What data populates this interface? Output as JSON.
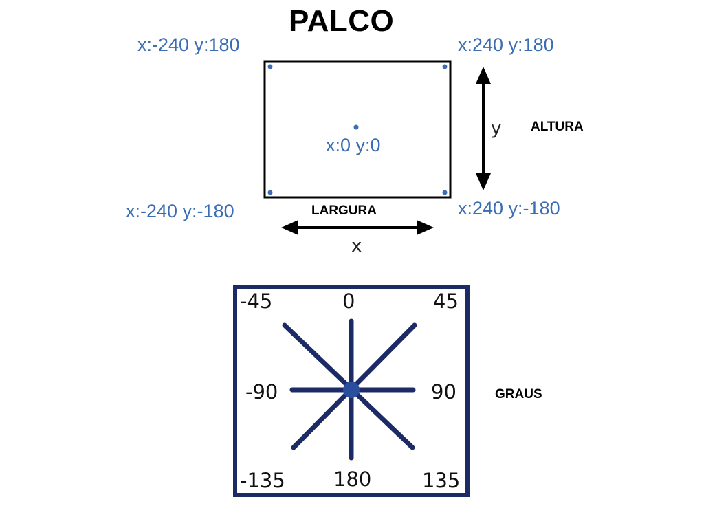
{
  "stage": {
    "title": "PALCO",
    "corners": {
      "top_left": "x:-240 y:180",
      "top_right": "x:240 y:180",
      "bottom_left": "x:-240 y:-180",
      "bottom_right": "x:240 y:-180"
    },
    "center": "x:0 y:0",
    "width_label": "LARGURA",
    "width_axis": "x",
    "height_label": "ALTURA",
    "height_axis": "y"
  },
  "directions": {
    "label": "GRAUS",
    "top_left": "-45",
    "top": "0",
    "top_right": "45",
    "left": "-90",
    "right": "90",
    "bottom_left": "-135",
    "bottom": "180",
    "bottom_right": "135"
  },
  "colors": {
    "coordinate_text": "#3a6db3",
    "stage_border": "#000000",
    "compass_lines": "#1c2a66",
    "compass_center": "#2a4f9e"
  }
}
